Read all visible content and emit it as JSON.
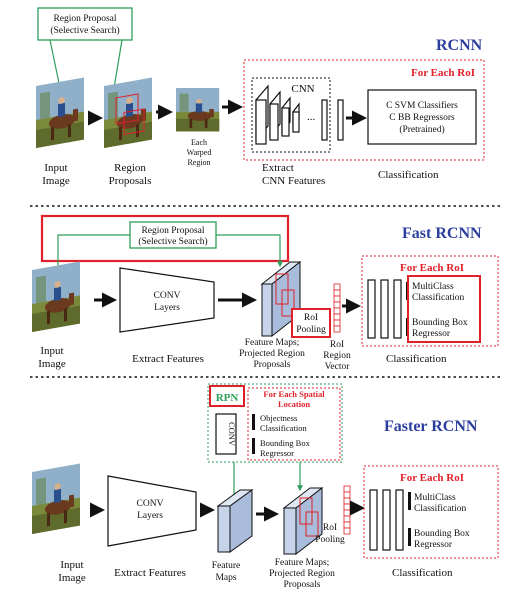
{
  "colors": {
    "green": "#2e9e5b",
    "red": "#e0202a",
    "blue": "#2c3e9e",
    "black": "#111111",
    "box_fill": "#c6d4ea",
    "photo_sky": "#8fb0c8",
    "photo_ground": "#7a8a3a",
    "photo_horse": "#6b3a1e",
    "photo_rider": "#2a4f8f"
  },
  "rcnn": {
    "title": "RCNN",
    "region_proposal_line1": "Region Proposal",
    "region_proposal_line2": "(Selective Search)",
    "input_label_1": "Input",
    "input_label_2": "Image",
    "proposals_label_1": "Region",
    "proposals_label_2": "Proposals",
    "warped_label_1": "Each",
    "warped_label_2": "Warped",
    "warped_label_3": "Region",
    "cnn_label": "CNN",
    "extract_label_1": "Extract",
    "extract_label_2": "CNN Features",
    "for_each_roi": "For Each RoI",
    "classifier_line1": "C SVM Classifiers",
    "classifier_line2": "C BB Regressors",
    "classifier_line3": "(Pretrained)",
    "classification_label": "Classification",
    "dots": "..."
  },
  "fast": {
    "title": "Fast RCNN",
    "region_proposal_line1": "Region Proposal",
    "region_proposal_line2": "(Selective Search)",
    "input_label_1": "Input",
    "input_label_2": "Image",
    "conv_line1": "CONV",
    "conv_line2": "Layers",
    "extract_label": "Extract Features",
    "feature_maps_line1": "Feature Maps;",
    "feature_maps_line2": "Projected Region",
    "feature_maps_line3": "Proposals",
    "roi_pool_line1": "RoI",
    "roi_pool_line2": "Pooling",
    "roi_vector_line1": "RoI",
    "roi_vector_line2": "Region",
    "roi_vector_line3": "Vector",
    "for_each_roi": "For Each RoI",
    "multiclass_line1": "MultiClass",
    "multiclass_line2": "Classification",
    "bbox_line1": "Bounding Box",
    "bbox_line2": "Regressor",
    "classification_label": "Classification"
  },
  "faster": {
    "title": "Faster RCNN",
    "rpn": "RPN",
    "for_each_spatial_line1": "For Each Spatial",
    "for_each_spatial_line2": "Location",
    "conv_small": "CONV",
    "objectness_line1": "Objectness",
    "objectness_line2": "Classification",
    "bbox_line1": "Bounding Box",
    "bbox_line2": "Regressor",
    "input_label_1": "Input",
    "input_label_2": "Image",
    "conv_line1": "CONV",
    "conv_line2": "Layers",
    "extract_label": "Extract Features",
    "feature_maps_line1": "Feature",
    "feature_maps_line2": "Maps",
    "projected_line1": "Feature Maps;",
    "projected_line2": "Projected Region",
    "projected_line3": "Proposals",
    "roi_pool_line1": "RoI",
    "roi_pool_line2": "Pooling",
    "for_each_roi": "For Each RoI",
    "multiclass_line1": "MultiClass",
    "multiclass_line2": "Classification",
    "classification_label": "Classification"
  }
}
